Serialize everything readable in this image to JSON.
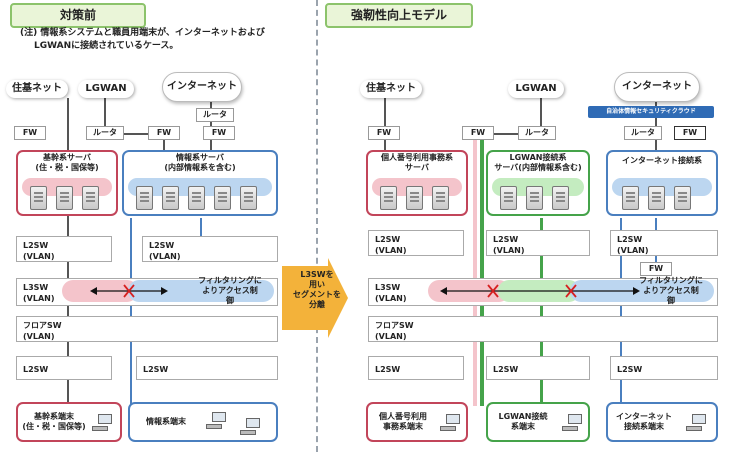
{
  "left": {
    "title": "対策前",
    "note_line1": "(注) 情報系システムと職員用端末が、インターネットおよび",
    "note_line2": "LGWANに接続されているケース。",
    "nets": {
      "jyuki": "住基ネット",
      "lgwan": "LGWAN",
      "internet": "インターネット"
    },
    "router": "ルータ",
    "fw": "FW",
    "kikan_server": "基幹系サーバ\n(住・税・国保等)",
    "joho_server": "情報系サーバ\n(内部情報系を含む)",
    "l2sw_vlan": "L2SW\n(VLAN)",
    "l3sw_vlan": "L3SW\n(VLAN)",
    "floor_sw": "フロアSW\n(VLAN)",
    "l2sw": "L2SW",
    "filter": "フィルタリングに\nよりアクセス制\n御",
    "kikan_terminal": "基幹系端末\n(住・税・国保等)",
    "joho_terminal": "情報系端末"
  },
  "middle_arrow": "L3SWを\n用い\nセグメントを\n分離",
  "right": {
    "title": "強靭性向上モデル",
    "nets": {
      "jyuki": "住基ネット",
      "lgwan": "LGWAN",
      "internet": "インターネット"
    },
    "cloud_badge": "自治体情報セキュリティクラウド",
    "router": "ルータ",
    "fw": "FW",
    "kojin_server": "個人番号利用事務系\nサーバ",
    "lgwan_server": "LGWAN接続系\nサーバ(内部情報系含む)",
    "inet_system": "インターネット接続系",
    "l2sw_vlan": "L2SW\n(VLAN)",
    "l3sw_vlan": "L3SW\n(VLAN)",
    "floor_sw": "フロアSW\n(VLAN)",
    "l2sw": "L2SW",
    "filter": "フィルタリングに\nよりアクセス制\n御",
    "kojin_terminal": "個人番号利用\n事務系端末",
    "lgwan_terminal": "LGWAN接続\n系端末",
    "inet_terminal": "インターネット\n接続系端末"
  },
  "colors": {
    "red_zone": "#c2455a",
    "blue_zone": "#4a7fbf",
    "green_zone": "#45a34a",
    "arrow": "#f3b23a",
    "tab_bg": "#eaf5d8"
  }
}
